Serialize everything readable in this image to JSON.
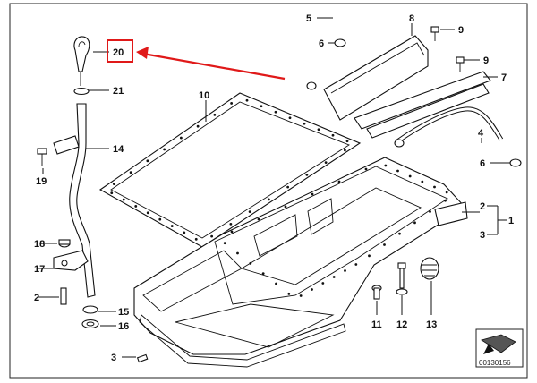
{
  "labels": {
    "l1": "1",
    "l2a": "2",
    "l3a": "3",
    "l4": "4",
    "l5": "5",
    "l6a": "6",
    "l6b": "6",
    "l7": "7",
    "l8": "8",
    "l9a": "9",
    "l9b": "9",
    "l10": "10",
    "l11": "11",
    "l12": "12",
    "l13": "13",
    "l14": "14",
    "l15": "15",
    "l16": "16",
    "l17": "17",
    "l18": "18",
    "l19": "19",
    "l2b": "2",
    "l3b": "3",
    "l20": "20",
    "l21": "21"
  },
  "reference_number": "00130156",
  "highlight": {
    "part": "20",
    "color": "#e01919"
  }
}
